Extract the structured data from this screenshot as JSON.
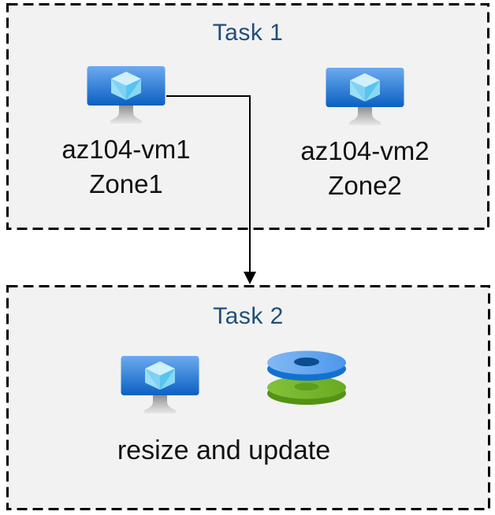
{
  "task1": {
    "title": "Task 1",
    "vms": [
      {
        "name": "az104-vm1",
        "zone": "Zone1",
        "icon": "azure-virtual-machine-icon"
      },
      {
        "name": "az104-vm2",
        "zone": "Zone2",
        "icon": "azure-virtual-machine-icon"
      }
    ]
  },
  "task2": {
    "title": "Task 2",
    "caption": "resize and update",
    "icons": [
      "azure-virtual-machine-icon",
      "azure-disks-icon"
    ]
  },
  "connector": {
    "from": "az104-vm1",
    "to": "Task 2",
    "type": "elbow-arrow"
  },
  "colors": {
    "title_text": "#1F4E79",
    "box_fill": "#F2F2F2",
    "box_border": "#000000",
    "arrow": "#000000",
    "label_text": "#111111",
    "vm_screen_top": "#69A7EF",
    "vm_screen_bottom": "#0A60C2",
    "disk_blue_top": "#64A7F0",
    "disk_blue_side": "#1371CE",
    "disk_blue_hole": "#0B4E8D",
    "disk_green_top": "#74B62C",
    "disk_green_side": "#549213",
    "disk_green_hole": "#5C9E1D"
  }
}
